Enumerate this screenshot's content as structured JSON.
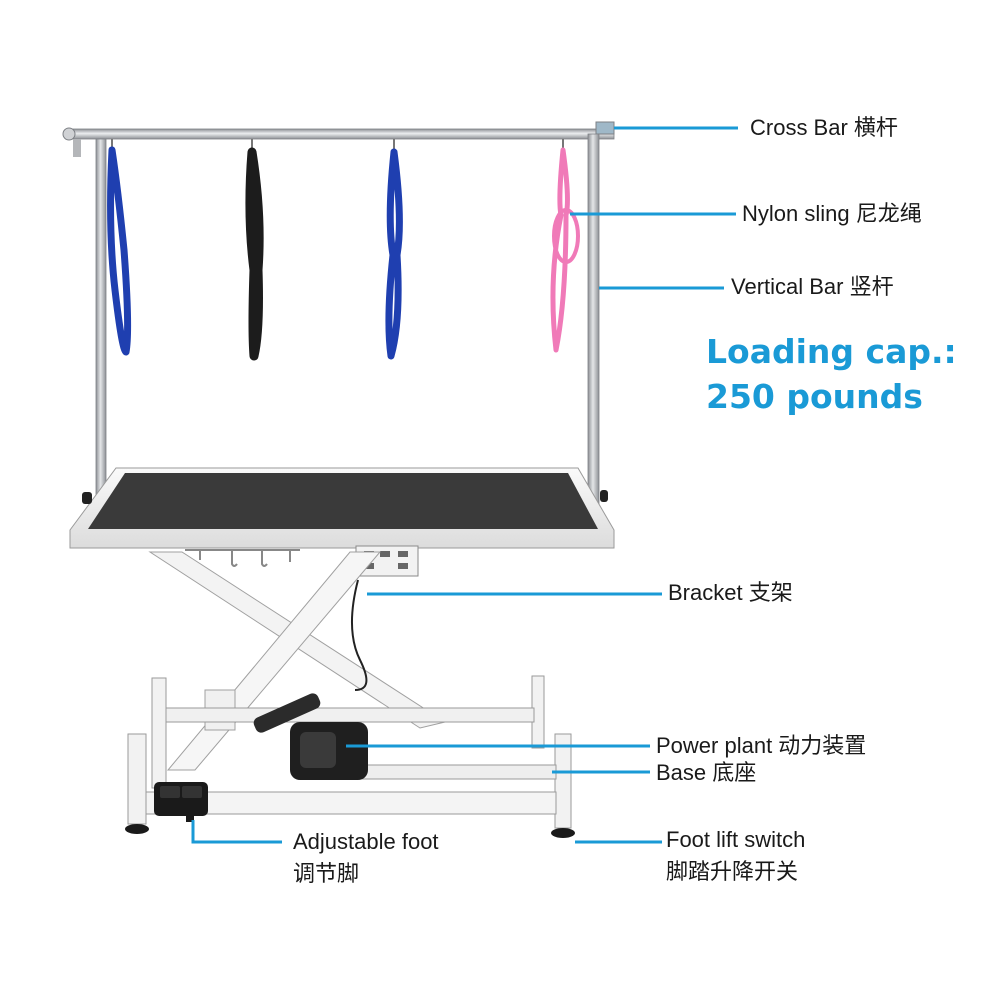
{
  "colors": {
    "leader": "#1a9ad6",
    "capacity": "#1a9ad6",
    "steel": "#b9bcc0",
    "frame": "#eeeeee",
    "mat": "#3a3a3a",
    "sling_blue": "#1f3fb0",
    "sling_black": "#1c1c1c",
    "sling_pink": "#f07ab8"
  },
  "labels": {
    "cross_bar": "Cross Bar 横杆",
    "nylon_sling": "Nylon sling 尼龙绳",
    "vertical_bar": "Vertical Bar 竖杆",
    "bracket": "Bracket 支架",
    "power_plant": "Power plant 动力装置",
    "base": "Base 底座",
    "adjustable_foot_en": "Adjustable foot",
    "adjustable_foot_cn": "调节脚",
    "foot_switch_en": "Foot lift switch",
    "foot_switch_cn": "脚踏升降开关"
  },
  "capacity": {
    "line1": "Loading cap.:",
    "line2": "250 pounds"
  }
}
